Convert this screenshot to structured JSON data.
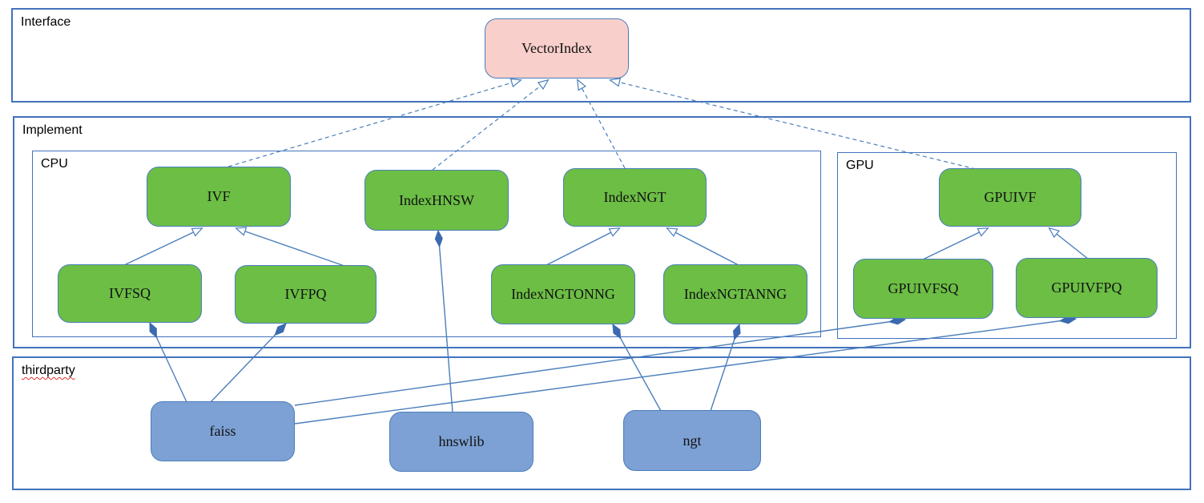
{
  "diagram": {
    "title_hint": "VectorIndex implementation class diagram",
    "containers": {
      "interface": {
        "label": "Interface"
      },
      "implement": {
        "label": "Implement"
      },
      "cpu": {
        "label": "CPU"
      },
      "gpu": {
        "label": "GPU"
      },
      "thirdparty": {
        "label": "thirdparty"
      }
    },
    "nodes": {
      "vectorindex": {
        "label": "VectorIndex",
        "group": "interface"
      },
      "ivf": {
        "label": "IVF",
        "group": "cpu"
      },
      "indexhnsw": {
        "label": "IndexHNSW",
        "group": "cpu"
      },
      "indexngt": {
        "label": "IndexNGT",
        "group": "cpu"
      },
      "ivfsq": {
        "label": "IVFSQ",
        "group": "cpu"
      },
      "ivfpq": {
        "label": "IVFPQ",
        "group": "cpu"
      },
      "indexngtonng": {
        "label": "IndexNGTONNG",
        "group": "cpu"
      },
      "indexngtanng": {
        "label": "IndexNGTANNG",
        "group": "cpu"
      },
      "gpuivf": {
        "label": "GPUIVF",
        "group": "gpu"
      },
      "gpuivfsq": {
        "label": "GPUIVFSQ",
        "group": "gpu"
      },
      "gpuivfpq": {
        "label": "GPUIVFPQ",
        "group": "gpu"
      },
      "faiss": {
        "label": "faiss",
        "group": "thirdparty"
      },
      "hnswlib": {
        "label": "hnswlib",
        "group": "thirdparty"
      },
      "ngt": {
        "label": "ngt",
        "group": "thirdparty"
      }
    },
    "relations": [
      {
        "from": "IVF",
        "to": "VectorIndex",
        "type": "realization-dashed-hollow-arrow"
      },
      {
        "from": "IndexHNSW",
        "to": "VectorIndex",
        "type": "realization-dashed-hollow-arrow"
      },
      {
        "from": "IndexNGT",
        "to": "VectorIndex",
        "type": "realization-dashed-hollow-arrow"
      },
      {
        "from": "GPUIVF",
        "to": "VectorIndex",
        "type": "realization-dashed-hollow-arrow"
      },
      {
        "from": "IVFSQ",
        "to": "IVF",
        "type": "inheritance-hollow-arrow"
      },
      {
        "from": "IVFPQ",
        "to": "IVF",
        "type": "inheritance-hollow-arrow"
      },
      {
        "from": "IndexNGTONNG",
        "to": "IndexNGT",
        "type": "inheritance-hollow-arrow"
      },
      {
        "from": "IndexNGTANNG",
        "to": "IndexNGT",
        "type": "inheritance-hollow-arrow"
      },
      {
        "from": "GPUIVFSQ",
        "to": "GPUIVF",
        "type": "inheritance-hollow-arrow"
      },
      {
        "from": "GPUIVFPQ",
        "to": "GPUIVF",
        "type": "inheritance-hollow-arrow"
      },
      {
        "from": "IVFSQ",
        "to": "faiss",
        "type": "composition-filled-diamond"
      },
      {
        "from": "IVFPQ",
        "to": "faiss",
        "type": "composition-filled-diamond"
      },
      {
        "from": "GPUIVFSQ",
        "to": "faiss",
        "type": "composition-filled-diamond"
      },
      {
        "from": "GPUIVFPQ",
        "to": "faiss",
        "type": "composition-filled-diamond"
      },
      {
        "from": "IndexHNSW",
        "to": "hnswlib",
        "type": "composition-filled-diamond"
      },
      {
        "from": "IndexNGTONNG",
        "to": "ngt",
        "type": "composition-filled-diamond"
      },
      {
        "from": "IndexNGTANNG",
        "to": "ngt",
        "type": "composition-filled-diamond"
      }
    ],
    "colors": {
      "interface_node_fill": "#f8cfcb",
      "class_node_fill": "#6cbe45",
      "thirdparty_node_fill": "#7da1d4",
      "node_border": "#4a7ebb",
      "container_border": "#4273bd",
      "connector_line": "#4a7ebb",
      "composition_diamond": "#3b6ab0",
      "spellcheck_underline": "#e03131"
    }
  }
}
